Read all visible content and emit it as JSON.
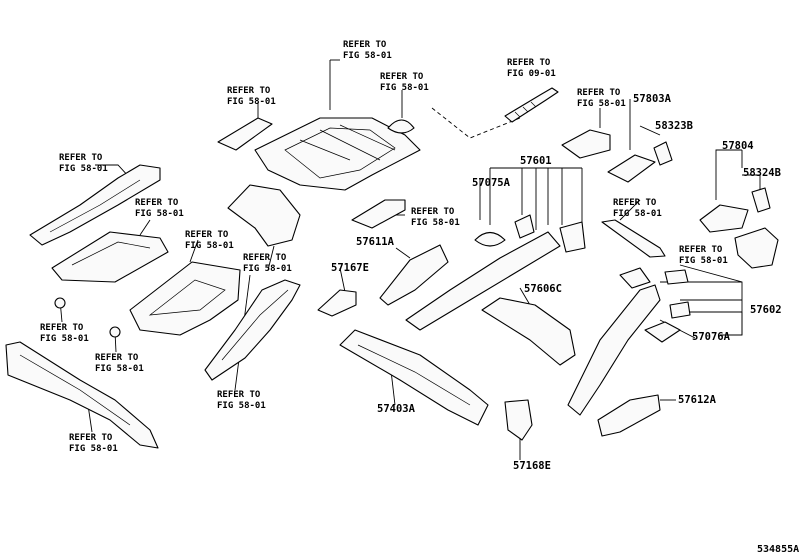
{
  "colors": {
    "line": "#000000",
    "background": "#ffffff"
  },
  "refs": {
    "ref_floor_top": "REFER TO\nFIG 58-01",
    "ref_floor_center": "REFER TO\nFIG 58-01",
    "ref_jack": "REFER TO\nFIG 09-01",
    "ref_bracket_left": "REFER TO\nFIG 58-01",
    "ref_rear_bracket": "REFER TO\nFIG 58-01",
    "ref_rail_left": "REFER TO\nFIG 58-01",
    "ref_panel_left": "REFER TO\nFIG 58-01",
    "ref_small_rail": "REFER TO\nFIG 58-01",
    "ref_rocker": "REFER TO\nFIG 58-01",
    "ref_pan": "REFER TO\nFIG 58-01",
    "ref_bolt1": "REFER TO\nFIG 58-01",
    "ref_bolt2": "REFER TO\nFIG 58-01",
    "ref_inner_sill": "REFER TO\nFIG 58-01",
    "ref_sill_front": "REFER TO\nFIG 58-01",
    "ref_crossbar": "REFER TO\nFIG 58-01",
    "ref_right_bracket": "REFER TO\nFIG 58-01"
  },
  "part_numbers": {
    "p57803A": "57803A",
    "p58323B": "58323B",
    "p57804": "57804",
    "p58324B": "58324B",
    "p57601": "57601",
    "p57075A": "57075A",
    "p57611A": "57611A",
    "p57167E": "57167E",
    "p57606C": "57606C",
    "p57602": "57602",
    "p57076A": "57076A",
    "p57403A": "57403A",
    "p57612A": "57612A",
    "p57168E": "57168E"
  },
  "diagram_code": "534855A"
}
